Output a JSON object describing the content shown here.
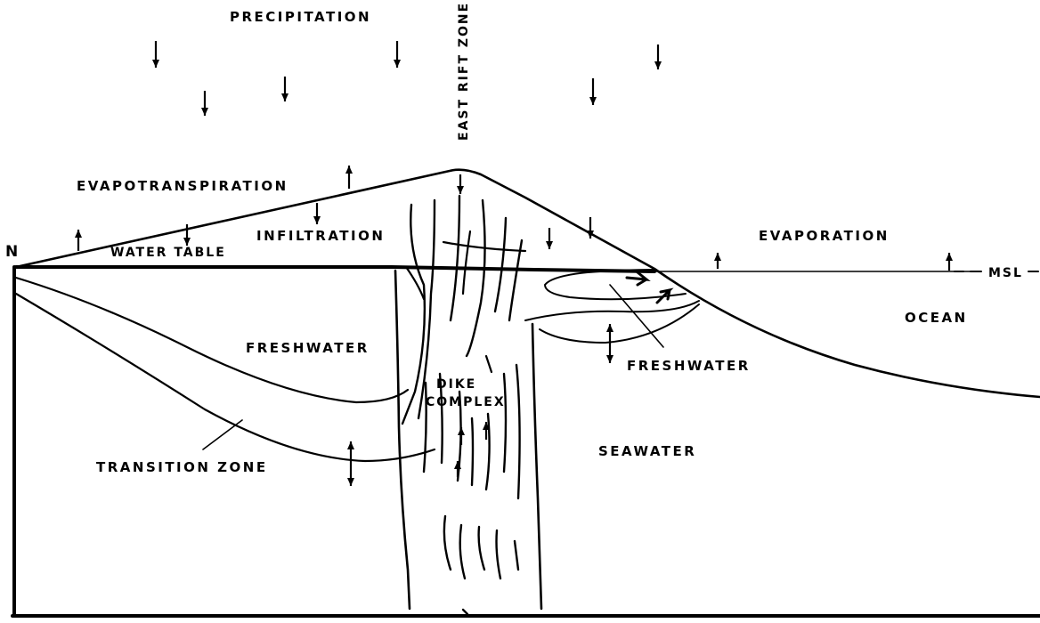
{
  "labels": {
    "precipitation": "PRECIPITATION",
    "east_rift_zone": "EAST RIFT ZONE",
    "evapotranspiration": "EVAPOTRANSPIRATION",
    "infiltration": "INFILTRATION",
    "evaporation": "EVAPORATION",
    "water_table": "WATER TABLE",
    "north": "N",
    "msl": "MSL",
    "ocean": "OCEAN",
    "freshwater_left": "FRESHWATER",
    "freshwater_right": "FRESHWATER",
    "dike_complex": "DIKE COMPLEX",
    "seawater": "SEAWATER",
    "transition_zone": "TRANSITION ZONE"
  }
}
